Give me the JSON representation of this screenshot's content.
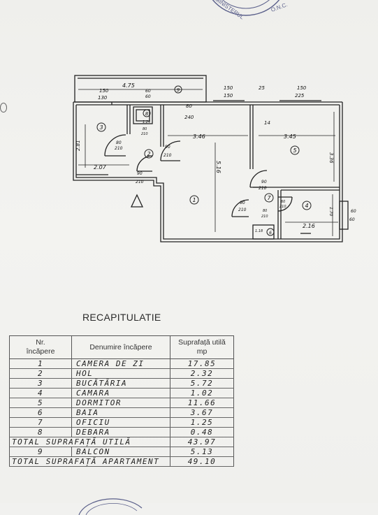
{
  "document": {
    "heading": "RECAPITULATIE",
    "table": {
      "headers": {
        "nr_line1": "Nr.",
        "nr_line2": "încăpere",
        "name": "Denumire încăpere",
        "area_line1": "Suprafață utilă",
        "area_line2": "mp"
      },
      "rows": [
        {
          "nr": "1",
          "name": "CAMERA DE ZI",
          "area": "17.85"
        },
        {
          "nr": "2",
          "name": "HOL",
          "area": "2.32"
        },
        {
          "nr": "3",
          "name": "BUCĂTĂRIA",
          "area": "5.72"
        },
        {
          "nr": "4",
          "name": "CAMARA",
          "area": "1.02"
        },
        {
          "nr": "5",
          "name": "DORMITOR",
          "area": "11.66"
        },
        {
          "nr": "6",
          "name": "BAIA",
          "area": "3.67"
        },
        {
          "nr": "7",
          "name": "OFICIU",
          "area": "1.25"
        },
        {
          "nr": "8",
          "name": "DEBARA",
          "area": "0.48"
        }
      ],
      "total_util": {
        "label": "TOTAL SUPRAFAȚĂ UTILĂ",
        "area": "43.97"
      },
      "balcony": {
        "nr": "9",
        "name": "BALCON",
        "area": "5.13"
      },
      "total_apartment": {
        "label": "TOTAL SUPRAFAȚĂ APARTAMENT",
        "area": "49.10"
      }
    }
  },
  "floor_plan": {
    "room_numbers": [
      "1",
      "2",
      "3",
      "4",
      "5",
      "6",
      "7",
      "8",
      "9"
    ],
    "dimensions": {
      "top_overall": "4.75",
      "window_kitchen_top": "150",
      "window_kitchen_bottom": "130",
      "small_window_top": "60",
      "small_window_bottom": "60",
      "door_hall_top": "80",
      "door_hall_bottom": "240",
      "window_mid_top": "150",
      "window_mid_bottom": "150",
      "wall_25": "25",
      "window_right_top": "150",
      "window_right_bottom": "225",
      "kitchen_height": "2.81",
      "kitchen_width": "2.07",
      "pantry_width": "1.24",
      "living_width": "3.46",
      "living_height": "5.16",
      "bedroom_width": "3.45",
      "bedroom_height": "3.36",
      "wall_14": "14",
      "bath_width": "2.16",
      "bath_height": "1.70",
      "storage_width": "1.18",
      "door_80_210_a_top": "80",
      "door_80_210_a_bottom": "210",
      "door_80_210_b_top": "80",
      "door_80_210_b_bottom": "210",
      "door_90_210_a_top": "90",
      "door_90_210_a_bottom": "210",
      "door_90_210_b_top": "90",
      "door_90_210_b_bottom": "210",
      "door_90_210_c_top": "90",
      "door_90_210_c_bottom": "210",
      "door_90_210_d_top": "90",
      "door_90_210_d_bottom": "210",
      "door_80_210_c_top": "80",
      "door_80_210_c_bottom": "210",
      "door_60_210_top": "60",
      "door_60_210_bottom": "210",
      "window_side_top": "60",
      "window_side_bottom": "60"
    }
  },
  "stamps": {
    "top_text": "O.N.C.",
    "top_arc_text": "MINISTERUL"
  }
}
